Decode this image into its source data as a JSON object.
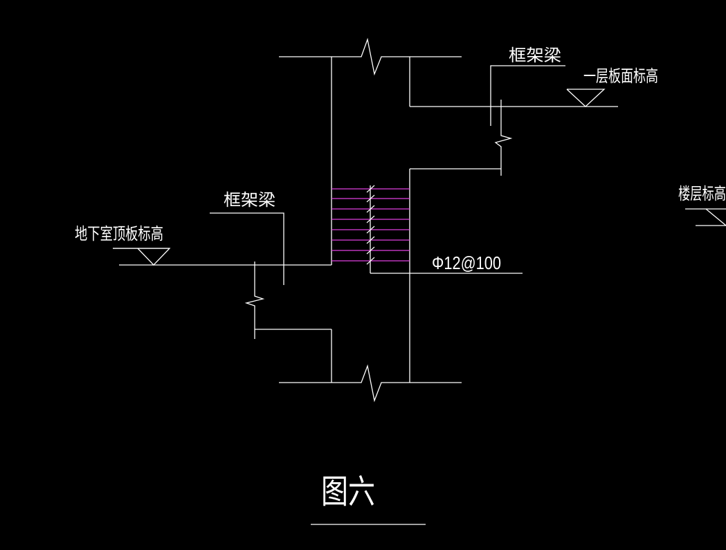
{
  "drawing": {
    "labels": {
      "frame_beam_top": "框架梁",
      "first_floor_slab_elevation": "一层板面标高",
      "floor_elevation": "楼层标高",
      "frame_beam_bottom": "框架梁",
      "basement_roof_elevation": "地下室顶板标高",
      "rebar_spec": "Φ12@100",
      "figure_title": "图六"
    },
    "colors": {
      "background": "#000000",
      "linework": "#ffffff",
      "rebar": "#e040e0"
    }
  }
}
